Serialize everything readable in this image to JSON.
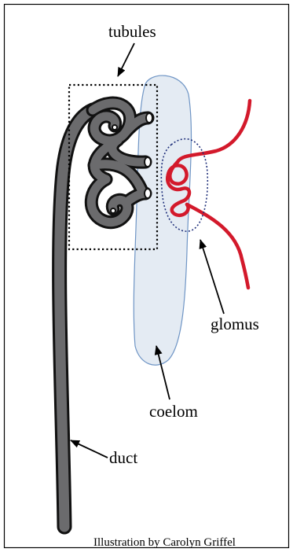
{
  "labels": {
    "tubules": "tubules",
    "glomus": "glomus",
    "coelom": "coelom",
    "duct": "duct"
  },
  "credit": "Illustration by Carolyn Griffel",
  "colors": {
    "duct_fill": "#6b6b6d",
    "outline": "#111111",
    "coelom_fill": "#e4ebf3",
    "coelom_stroke": "#6f95c5",
    "glomus_red": "#d3192b",
    "glomus_outline": "#1f2f7a",
    "border": "#000000"
  },
  "icons": [
    "arrow-icon"
  ]
}
